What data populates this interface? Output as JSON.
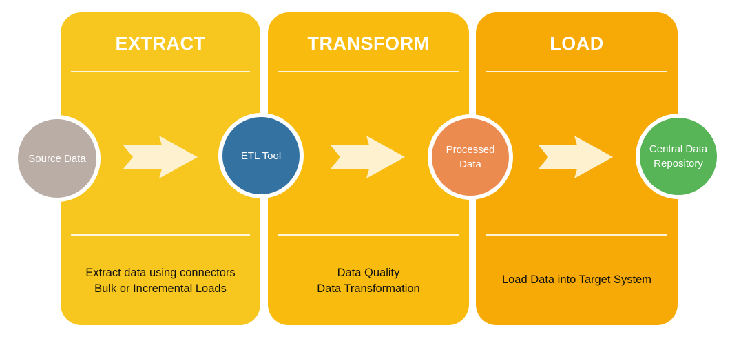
{
  "stages": {
    "extract": {
      "title": "EXTRACT",
      "desc": [
        "Extract data using connectors",
        "Bulk or Incremental Loads"
      ]
    },
    "transform": {
      "title": "TRANSFORM",
      "desc": [
        "Data Quality",
        "Data Transformation"
      ]
    },
    "load": {
      "title": "LOAD",
      "desc": [
        "Load Data into Target System"
      ]
    }
  },
  "nodes": {
    "source": {
      "lines": [
        "Source Data"
      ]
    },
    "etl": {
      "lines": [
        "ETL Tool"
      ]
    },
    "processed": {
      "lines": [
        "Processed",
        "Data"
      ]
    },
    "central": {
      "lines": [
        "Central Data",
        "Repository"
      ]
    }
  },
  "colors": {
    "extract": "#F8C71F",
    "transform": "#F9BC0E",
    "load": "#F7AA05",
    "source": "#B9ADA5",
    "etl": "#3472A2",
    "processed": "#EC8B50",
    "central": "#57B457",
    "arrow": "#FDF1CF"
  },
  "icons": [
    "arrow-right-icon",
    "arrow-right-icon",
    "arrow-right-icon"
  ]
}
